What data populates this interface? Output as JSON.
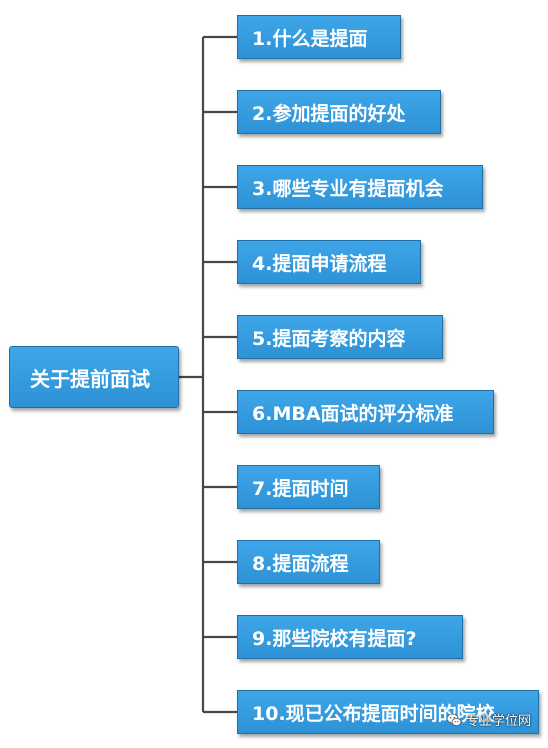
{
  "root": {
    "label": "关于提前面试"
  },
  "children": [
    {
      "label": "1.什么是提面"
    },
    {
      "label": "2.参加提面的好处"
    },
    {
      "label": "3.哪些专业有提面机会"
    },
    {
      "label": "4.提面申请流程"
    },
    {
      "label": "5.提面考察的内容"
    },
    {
      "label": "6.MBA面试的评分标准"
    },
    {
      "label": "7.提面时间"
    },
    {
      "label": "8.提面流程"
    },
    {
      "label": "9.那些院校有提面?"
    },
    {
      "label": "10.现已公布提面时间的院校"
    }
  ],
  "watermark": {
    "text": "专业学位网",
    "icon": "wechat-icon"
  },
  "colors": {
    "node_fill": "#3399dd",
    "node_border": "#1f6fa8",
    "connector": "#474747",
    "text": "#ffffff"
  }
}
